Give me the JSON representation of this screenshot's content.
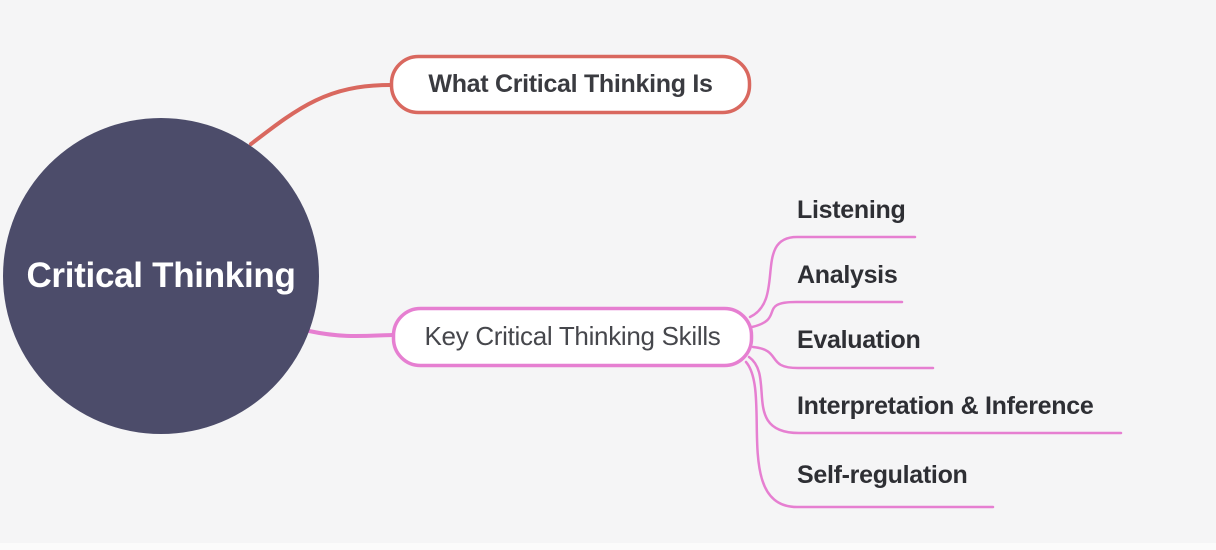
{
  "colors": {
    "background": "#f5f5f6",
    "bottom_strip": "#fbfbfb",
    "root_fill": "#4c4c6a",
    "root_text": "#ffffff",
    "branch_red": "#d9685f",
    "branch_pink": "#e67fd1",
    "node_fill": "#ffffff",
    "node_text_dark": "#3a3b40",
    "subtopic_text": "#2e2f34"
  },
  "mindmap": {
    "root": {
      "label": "Critical Thinking"
    },
    "branches": [
      {
        "label": "What Critical Thinking Is"
      },
      {
        "label": "Key Critical Thinking Skills",
        "children": [
          "Listening",
          "Analysis",
          "Evaluation",
          "Interpretation & Inference",
          "Self-regulation"
        ]
      }
    ]
  }
}
